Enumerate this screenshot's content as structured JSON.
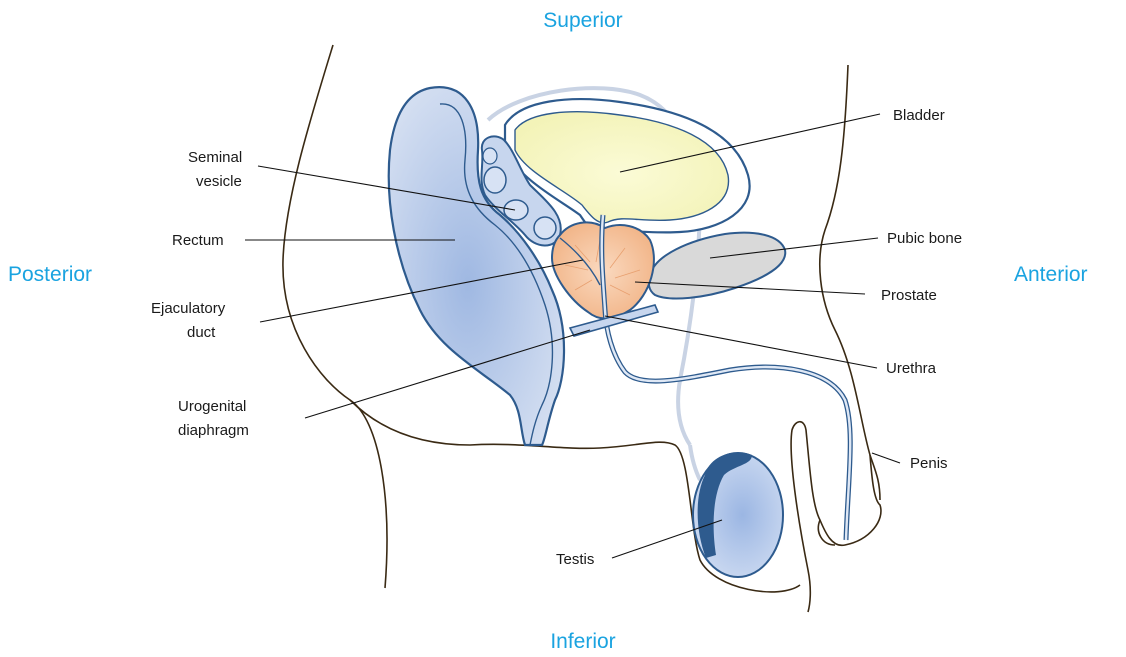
{
  "directions": {
    "superior": "Superior",
    "inferior": "Inferior",
    "posterior": "Posterior",
    "anterior": "Anterior"
  },
  "labels": {
    "seminal_vesicle_line1": "Seminal",
    "seminal_vesicle_line2": "vesicle",
    "rectum": "Rectum",
    "ejaculatory_duct_line1": "Ejaculatory",
    "ejaculatory_duct_line2": "duct",
    "urogenital_diaphragm_line1": "Urogenital",
    "urogenital_diaphragm_line2": "diaphragm",
    "testis": "Testis",
    "bladder": "Bladder",
    "pubic_bone": "Pubic bone",
    "prostate": "Prostate",
    "urethra": "Urethra",
    "penis": "Penis"
  },
  "colors": {
    "direction_text": "#1aa3e0",
    "rectum_fill": "#b9cdea",
    "bladder_fill": "#f9f9c8",
    "prostate_fill": "#f7c6a0",
    "pubic_bone_fill": "#d9d9d9",
    "organ_outline": "#2e5b8e",
    "testis_fill": "#b9cdea",
    "body_outline": "#3a2a14"
  }
}
